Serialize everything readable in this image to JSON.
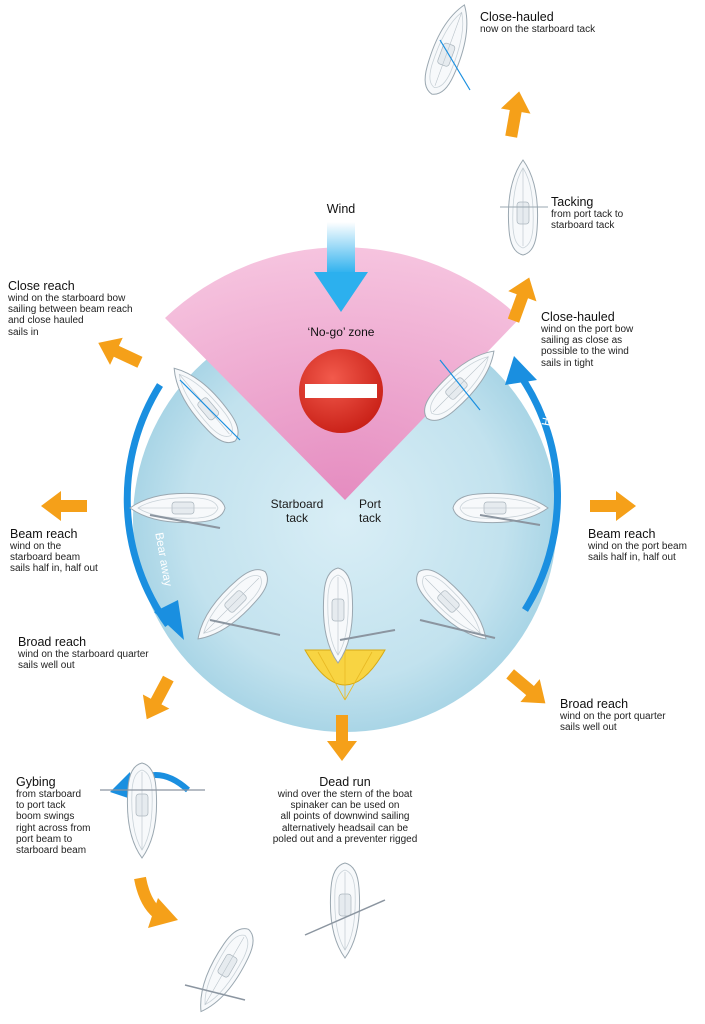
{
  "wind_label": "Wind",
  "no_go_label": "‘No-go’ zone",
  "starboard_tack_label": "Starboard\ntack",
  "port_tack_label": "Port\ntack",
  "bear_away_label": "Bear away",
  "head_up_label": "Head up",
  "colors": {
    "sea": "#bfe0ec",
    "no_go": "#f0a8cf",
    "arrow_orange": "#f5a019",
    "arrow_blue": "#1a8fe0",
    "wind_arrow": "#36b4ef",
    "no_entry": "#e03328",
    "spinnaker": "#f8d442"
  },
  "icons": [
    "wind-arrow-icon",
    "no-entry-icon",
    "boat-icon",
    "orange-arrow-icon",
    "curved-blue-arrow-icon"
  ],
  "points_of_sail": {
    "close_hauled_starboard": {
      "title": "Close-hauled",
      "desc": "now on the starboard tack"
    },
    "tacking": {
      "title": "Tacking",
      "desc": "from port tack to\nstarboard tack"
    },
    "close_hauled_port": {
      "title": "Close-hauled",
      "desc": "wind on the port bow\nsailing as close as\npossible to the wind\nsails in tight"
    },
    "close_reach": {
      "title": "Close reach",
      "desc": "wind on the starboard bow\nsailing between beam reach\nand close hauled\nsails in"
    },
    "beam_reach_starboard": {
      "title": "Beam reach",
      "desc": "wind on the\nstarboard beam\nsails half in, half out"
    },
    "beam_reach_port": {
      "title": "Beam reach",
      "desc": "wind on the port beam\nsails half in, half out"
    },
    "broad_reach_starboard": {
      "title": "Broad reach",
      "desc": "wind on the starboard quarter\nsails well out"
    },
    "broad_reach_port": {
      "title": "Broad reach",
      "desc": "wind on the port quarter\nsails well out"
    },
    "gybing": {
      "title": "Gybing",
      "desc": "from starboard\nto port tack\nboom swings\nright across from\nport beam to\nstarboard beam"
    },
    "dead_run": {
      "title": "Dead run",
      "desc": "wind over the stern of the boat\nspinaker can be used on\nall points of downwind sailing\nalternatively headsail can be\npoled out and a preventer rigged"
    }
  }
}
